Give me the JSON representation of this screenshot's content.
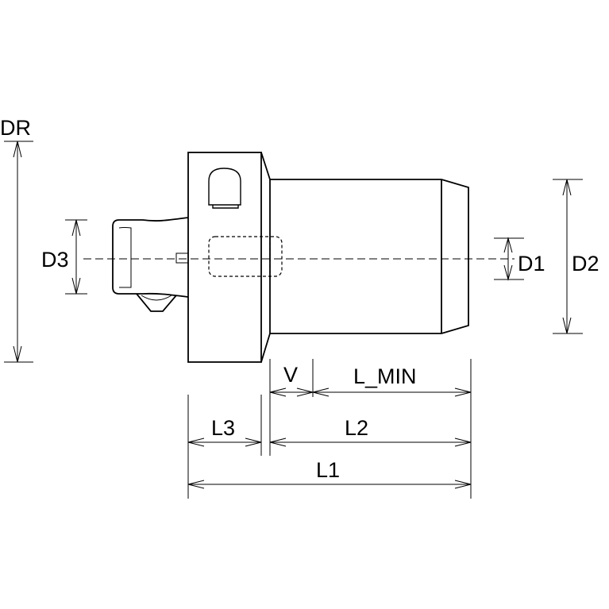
{
  "diagram": {
    "labels": {
      "dr": "DR",
      "d3": "D3",
      "d1": "D1",
      "d2": "D2",
      "v": "V",
      "l_min": "L_MIN",
      "l3": "L3",
      "l2": "L2",
      "l1": "L1"
    }
  }
}
